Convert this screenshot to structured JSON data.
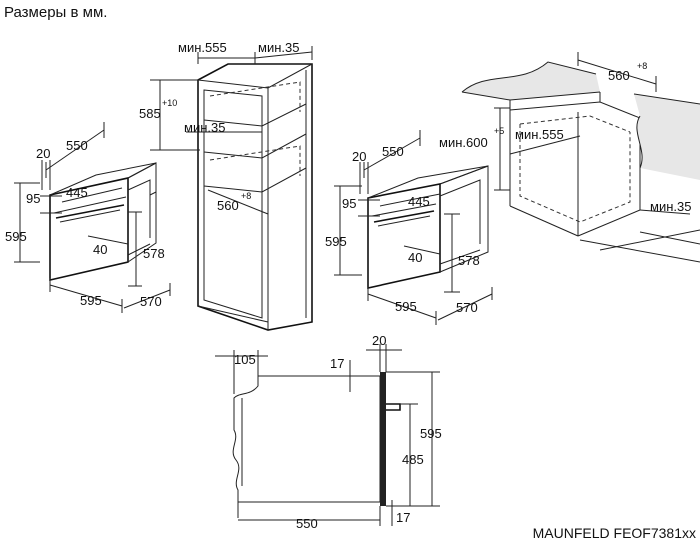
{
  "title": "Размеры в мм.",
  "model": "MAUNFELD FEOF7381xx",
  "oven_left": {
    "d_550": "550",
    "d_20": "20",
    "d_95": "95",
    "d_445": "445",
    "d_595_h": "595",
    "d_40": "40",
    "d_578": "578",
    "d_595_w": "595",
    "d_570": "570"
  },
  "column": {
    "min555": "мин.555",
    "min35_top": "мин.35",
    "d_585": "585",
    "sup_585": "+10",
    "min35_mid": "мин.35",
    "d_560": "560",
    "sup_560": "+8"
  },
  "oven_right": {
    "d_550": "550",
    "d_20": "20",
    "d_95": "95",
    "d_445": "445",
    "d_595_h": "595",
    "d_40": "40",
    "d_578": "578",
    "d_595_w": "595",
    "d_570": "570"
  },
  "counter": {
    "d_560": "560",
    "sup_560": "+8",
    "min600": "мин.600",
    "sup_600": "+5",
    "min555": "мин.555",
    "min35": "мин.35"
  },
  "side": {
    "d_105": "105",
    "d_17_top": "17",
    "d_20": "20",
    "d_595": "595",
    "d_485": "485",
    "d_550": "550",
    "d_17_bottom": "17"
  }
}
